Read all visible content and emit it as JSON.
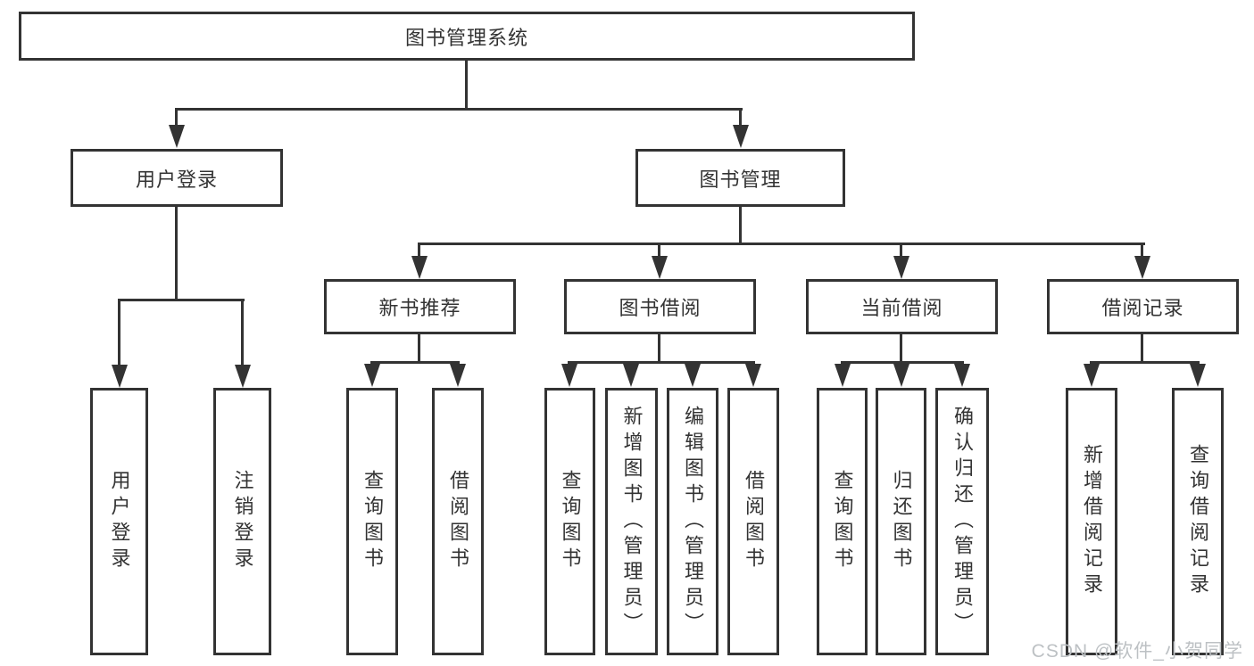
{
  "diagram": {
    "title": "图书管理系统",
    "level2": {
      "user_login": "用户登录",
      "book_management": "图书管理"
    },
    "level3": {
      "new_book_recommendation": "新书推荐",
      "book_borrowing": "图书借阅",
      "current_borrowing": "当前借阅",
      "borrowing_records": "借阅记录"
    },
    "leaves": {
      "user_login": "用户登录",
      "logout_login": "注销登录",
      "recommend_query_books": "查询图书",
      "recommend_borrow_books": "借阅图书",
      "borrowing_query_books": "查询图书",
      "borrowing_add_books_admin": "新增图书（管理员）",
      "borrowing_edit_books_admin": "编辑图书（管理员）",
      "borrowing_borrow_books": "借阅图书",
      "current_query_books": "查询图书",
      "current_return_books": "归还图书",
      "current_confirm_return_admin": "确认归还（管理员）",
      "records_add_record": "新增借阅记录",
      "records_query_record": "查询借阅记录"
    }
  },
  "watermark": "CSDN @软件_小贺同学",
  "colors": {
    "line": "#333333",
    "text": "#333333",
    "background": "#ffffff",
    "watermark": "#bdc1c4"
  }
}
